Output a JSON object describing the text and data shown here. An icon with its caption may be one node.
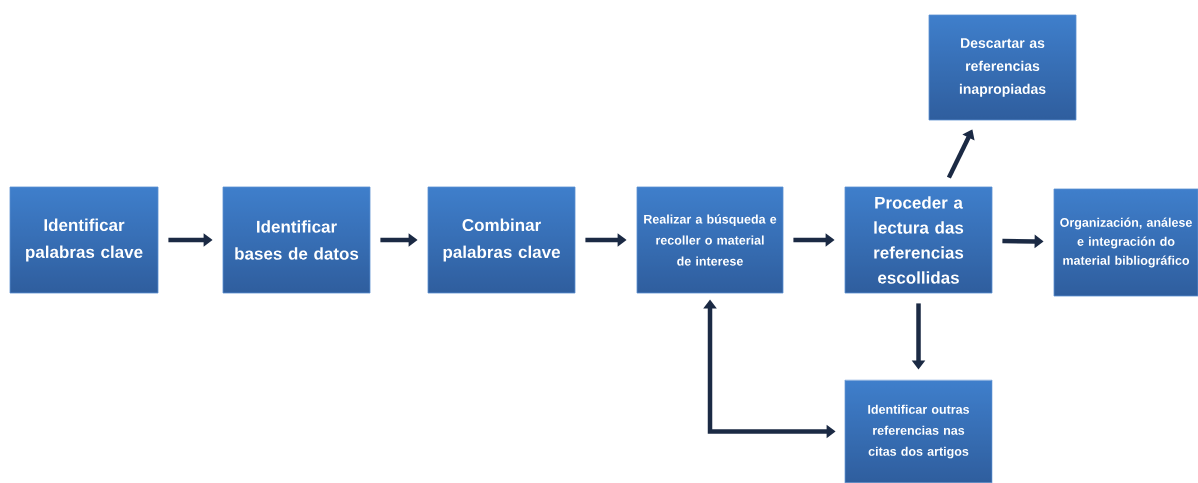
{
  "diagram": {
    "nodes": [
      {
        "text": [
          "Identificar palabras clave"
        ]
      },
      {
        "text": [
          "Identificar bases de datos"
        ]
      },
      {
        "text": [
          "Combinar palabras clave"
        ]
      },
      {
        "text": [
          "Realizar a búsqueda e recoller o material de interese"
        ]
      },
      {
        "text": [
          "Proceder a lectura das referencias escollidas"
        ]
      },
      {
        "text": [
          "Descartar as referencias inapropiadas"
        ]
      },
      {
        "text": [
          "Organización, análese e integración do material bibliográfico"
        ]
      },
      {
        "text": [
          "Identificar outras referencias nas citas dos artigos"
        ]
      }
    ],
    "edges": [
      {
        "from": 0,
        "to": 1,
        "arrow": "to"
      },
      {
        "from": 1,
        "to": 2,
        "arrow": "to"
      },
      {
        "from": 2,
        "to": 3,
        "arrow": "to"
      },
      {
        "from": 3,
        "to": 4,
        "arrow": "to"
      },
      {
        "from": 4,
        "to": 5,
        "arrow": "to"
      },
      {
        "from": 4,
        "to": 6,
        "arrow": "to"
      },
      {
        "from": 4,
        "to": 7,
        "arrow": "to"
      },
      {
        "from": 3,
        "to": 7,
        "arrow": "both"
      }
    ]
  }
}
